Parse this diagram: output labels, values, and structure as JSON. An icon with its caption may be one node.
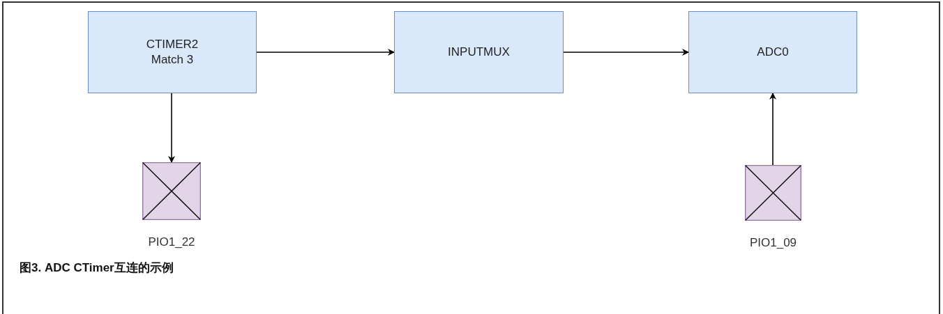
{
  "diagram": {
    "caption": "图3. ADC CTimer互连的示例",
    "nodes": [
      {
        "text": [
          "CTIMER2 Match 3"
        ]
      },
      {
        "text": [
          "INPUTMUX"
        ]
      },
      {
        "text": [
          "ADC0"
        ]
      },
      {
        "text": [],
        "shape": "box",
        "beside": [
          "PIO1_22"
        ]
      },
      {
        "text": [],
        "shape": "box",
        "beside": [
          "PIO1_09"
        ]
      }
    ],
    "edges": [
      {
        "from": 0,
        "to": 1,
        "arrow": "to"
      },
      {
        "from": 1,
        "to": 2,
        "arrow": "to"
      },
      {
        "from": 0,
        "to": 3,
        "arrow": "to"
      },
      {
        "from": 4,
        "to": 2,
        "arrow": "to"
      }
    ]
  }
}
